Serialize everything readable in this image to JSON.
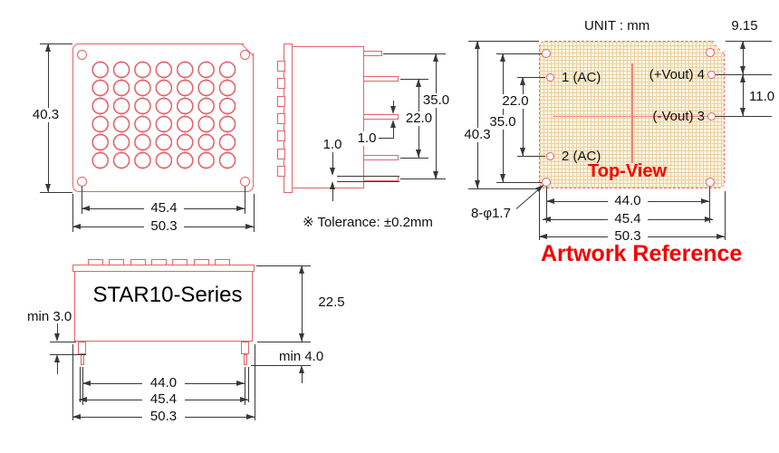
{
  "front_view": {
    "dim_height": "40.3",
    "dim_hole_span": "45.4",
    "dim_width": "50.3"
  },
  "side_view": {
    "dim_pin_span": "35.0",
    "dim_pin_pitch": "22.0",
    "dim_pin_thickness": "1.0",
    "dim_base_thickness": "1.0",
    "tolerance_note": "※ Tolerance: ±0.2mm"
  },
  "top_view": {
    "unit_label": "UNIT : mm",
    "title": "Top-View",
    "caption": "Artwork Reference",
    "hole_callout": "8-φ1.7",
    "pins": {
      "pin1": "1 (AC)",
      "pin2": "2 (AC)",
      "pin3": "(-Vout) 3",
      "pin4": "(+Vout) 4"
    },
    "dims": {
      "edge_to_pin4": "9.15",
      "pin4_to_pin3": "11.0",
      "pin1_to_pin2": "22.0",
      "hole_span_v": "35.0",
      "height": "40.3",
      "hole_span_h": "44.0",
      "pin_span": "45.4",
      "width": "50.3"
    }
  },
  "elevation_view": {
    "model_label": "STAR10-Series",
    "dims": {
      "body_height": "22.5",
      "standoff": "min 3.0",
      "pin_length": "min 4.0",
      "pin_span": "44.0",
      "pin_outer_span": "45.4",
      "width": "50.3"
    }
  },
  "colors": {
    "outline_pink": "#e4636b",
    "accent_red": "#f40000",
    "dim_line": "#383838",
    "pcb_fill": "#fdf6e2",
    "pcb_grid": "#ead0a0",
    "centerline": "#e8858d"
  }
}
